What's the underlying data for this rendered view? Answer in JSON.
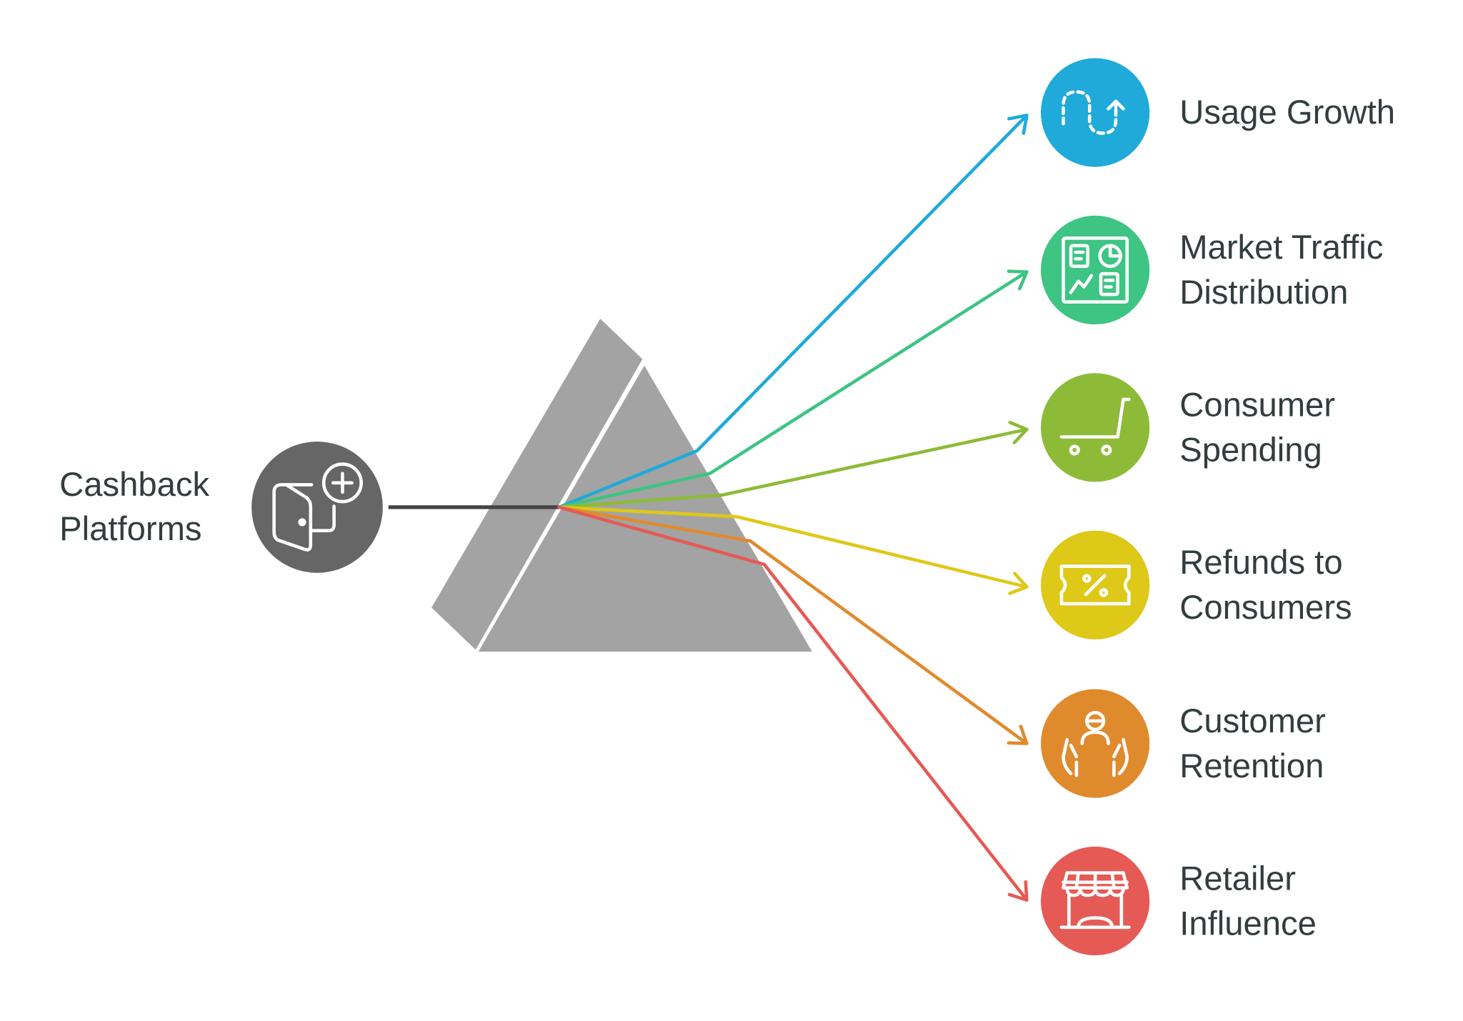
{
  "source": {
    "line1": "Cashback",
    "line2": "Platforms",
    "icon": "wallet-plus-icon",
    "color": "#666666"
  },
  "outputs": [
    {
      "line1": "Usage Growth",
      "line2": "",
      "icon": "dashed-path-arrow-icon",
      "color": "#1FAAD9"
    },
    {
      "line1": "Market Traffic",
      "line2": "Distribution",
      "icon": "dashboard-chart-icon",
      "color": "#3EC483"
    },
    {
      "line1": "Consumer",
      "line2": "Spending",
      "icon": "shopping-cart-icon",
      "color": "#8DBB38"
    },
    {
      "line1": "Refunds to",
      "line2": "Consumers",
      "icon": "percent-ticket-icon",
      "color": "#DEC818"
    },
    {
      "line1": "Customer",
      "line2": "Retention",
      "icon": "hands-person-icon",
      "color": "#E08A2E"
    },
    {
      "line1": "Retailer",
      "line2": "Influence",
      "icon": "storefront-icon",
      "color": "#E55A55"
    }
  ]
}
